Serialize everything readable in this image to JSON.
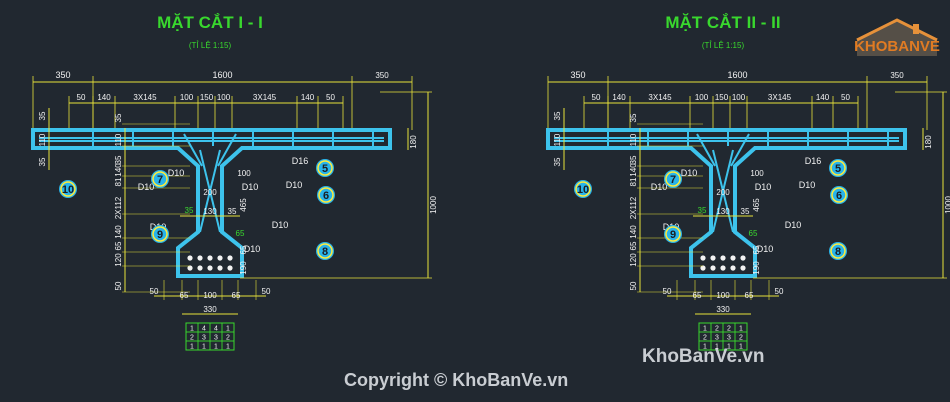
{
  "sections": [
    {
      "title": "MẶT CẮT I - I",
      "scale": "(TỈ LỆ 1:15)",
      "dims_top": [
        "350",
        "1600",
        "350"
      ],
      "dims_sub": [
        "50",
        "140",
        "3X145",
        "100",
        "150",
        "100",
        "3X145",
        "140",
        "50"
      ],
      "dims_right": [
        "180",
        "1000"
      ],
      "dims_left": [
        "35",
        "110",
        "35",
        "140",
        "81",
        "2X112",
        "140",
        "65",
        "120",
        "50"
      ],
      "dims_web": [
        "200",
        "35",
        "130",
        "35",
        "465",
        "65",
        "65",
        "190",
        "100"
      ],
      "dims_bottom": [
        "50",
        "65",
        "100",
        "65",
        "50",
        "330"
      ],
      "bars": [
        "D10",
        "D10",
        "D10",
        "D10",
        "D10",
        "D16",
        "D10",
        "D10"
      ],
      "markers": [
        "5",
        "6",
        "7",
        "8",
        "9",
        "10"
      ],
      "table": [
        [
          "1",
          "4",
          "4",
          "1"
        ],
        [
          "2",
          "3",
          "3",
          "2"
        ],
        [
          "1",
          "1",
          "1",
          "1"
        ]
      ]
    },
    {
      "title": "MẶT CẮT II - II",
      "scale": "(TỈ LỆ 1:15)",
      "dims_top": [
        "350",
        "1600",
        "350"
      ],
      "dims_sub": [
        "50",
        "140",
        "3X145",
        "100",
        "150",
        "100",
        "3X145",
        "140",
        "50"
      ],
      "dims_right": [
        "180",
        "1000"
      ],
      "dims_left": [
        "35",
        "110",
        "35",
        "140",
        "81",
        "2X112",
        "140",
        "65",
        "120",
        "50"
      ],
      "dims_web": [
        "200",
        "35",
        "130",
        "35",
        "465",
        "65",
        "65",
        "190",
        "100"
      ],
      "dims_bottom": [
        "50",
        "65",
        "100",
        "65",
        "50",
        "330"
      ],
      "bars": [
        "D10",
        "D10",
        "D10",
        "D10",
        "D10",
        "D16",
        "D10",
        "D10"
      ],
      "markers": [
        "5",
        "6",
        "7",
        "8",
        "9",
        "10"
      ],
      "table": [
        [
          "1",
          "2",
          "2",
          "1"
        ],
        [
          "2",
          "3",
          "3",
          "2"
        ],
        [
          "1",
          "1",
          "1",
          "1"
        ]
      ]
    }
  ],
  "watermark_site": "KhoBanVe.vn",
  "watermark_copyright": "Copyright © KhoBanVe.vn",
  "logo_text": "KHOBANVE",
  "colors": {
    "background": "#212830",
    "title": "#39d82e",
    "dimension": "#e8e23a",
    "section": "#3dc3ec",
    "marker": "#29b4ea",
    "annotation": "#f2f2f2"
  }
}
